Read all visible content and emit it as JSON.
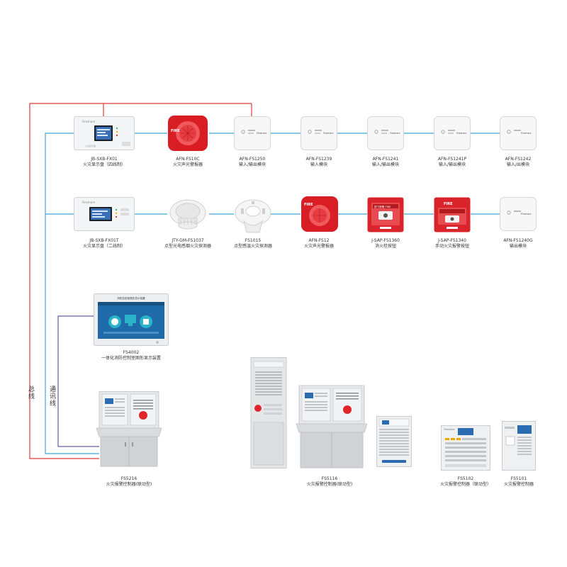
{
  "colors": {
    "bus_red": "#e23b3b",
    "bus_blue": "#3fa6d8",
    "comm_purple": "#6f5aa8",
    "alarm_red": "#e0252a"
  },
  "side_labels": {
    "bus": "总线",
    "comm": "通讯线"
  },
  "row1": [
    {
      "model": "JB-SXB-FX01",
      "name": "火灾显示盘（四线制）",
      "icon": "display-panel-icon"
    },
    {
      "model": "AFN-FS10C",
      "name": "火灾声光警报器",
      "icon": "sound-light-alarm-icon"
    },
    {
      "model": "AFN-FS1250",
      "name": "输入/输出模块",
      "icon": "io-module-icon"
    },
    {
      "model": "AFN-FS1239",
      "name": "输入模块",
      "icon": "input-module-icon"
    },
    {
      "model": "AFN-FS1241",
      "name": "输入/输出模块",
      "icon": "io-module-icon"
    },
    {
      "model": "AFN-FS1241P",
      "name": "输入/输出模块",
      "icon": "io-module-icon"
    },
    {
      "model": "AFN-FS1242",
      "name": "输入/出模块",
      "icon": "io-module-icon"
    }
  ],
  "row2": [
    {
      "model": "JB-SXB-FX01T",
      "name": "火灾显示盘（二线制）",
      "icon": "display-panel-icon"
    },
    {
      "model": "JTY-GM-FS1037",
      "name": "点型光电感烟火灾探测器",
      "icon": "smoke-detector-icon"
    },
    {
      "model": "FS1015",
      "name": "点型感温火灾探测器",
      "icon": "heat-detector-icon"
    },
    {
      "model": "AFN-FS12",
      "name": "火灾声光警报器",
      "icon": "sound-light-alarm-icon"
    },
    {
      "model": "J-SAP-FS1360",
      "name": "消火栓按钮",
      "icon": "hydrant-button-icon"
    },
    {
      "model": "J-SAP-FS1340",
      "name": "手动火灾报警按钮",
      "icon": "manual-alarm-button-icon"
    },
    {
      "model": "AFN-FS1240G",
      "name": "输出模块",
      "icon": "output-module-icon"
    }
  ],
  "graphic_display": {
    "model": "FS4002",
    "name": "一体化消防控制室图形显示装置",
    "icon": "graphic-display-icon",
    "header": "消防控制室图形显示装置"
  },
  "controllers": [
    {
      "model": "FS5216",
      "name": "火灾报警控制器(联动型)",
      "icon": "console-controller-icon"
    },
    {
      "model": "FS5116",
      "name": "火灾报警控制器(联动型)",
      "icon": "cabinet-console-controller-icon"
    },
    {
      "model": "",
      "name": "",
      "icon": "wall-controller-icon"
    },
    {
      "model": "FS5102",
      "name": "火灾报警控制器（联动型）",
      "icon": "wall-controller-icon"
    },
    {
      "model": "FS5101",
      "name": "火灾报警控制器",
      "icon": "wall-controller-icon"
    }
  ]
}
